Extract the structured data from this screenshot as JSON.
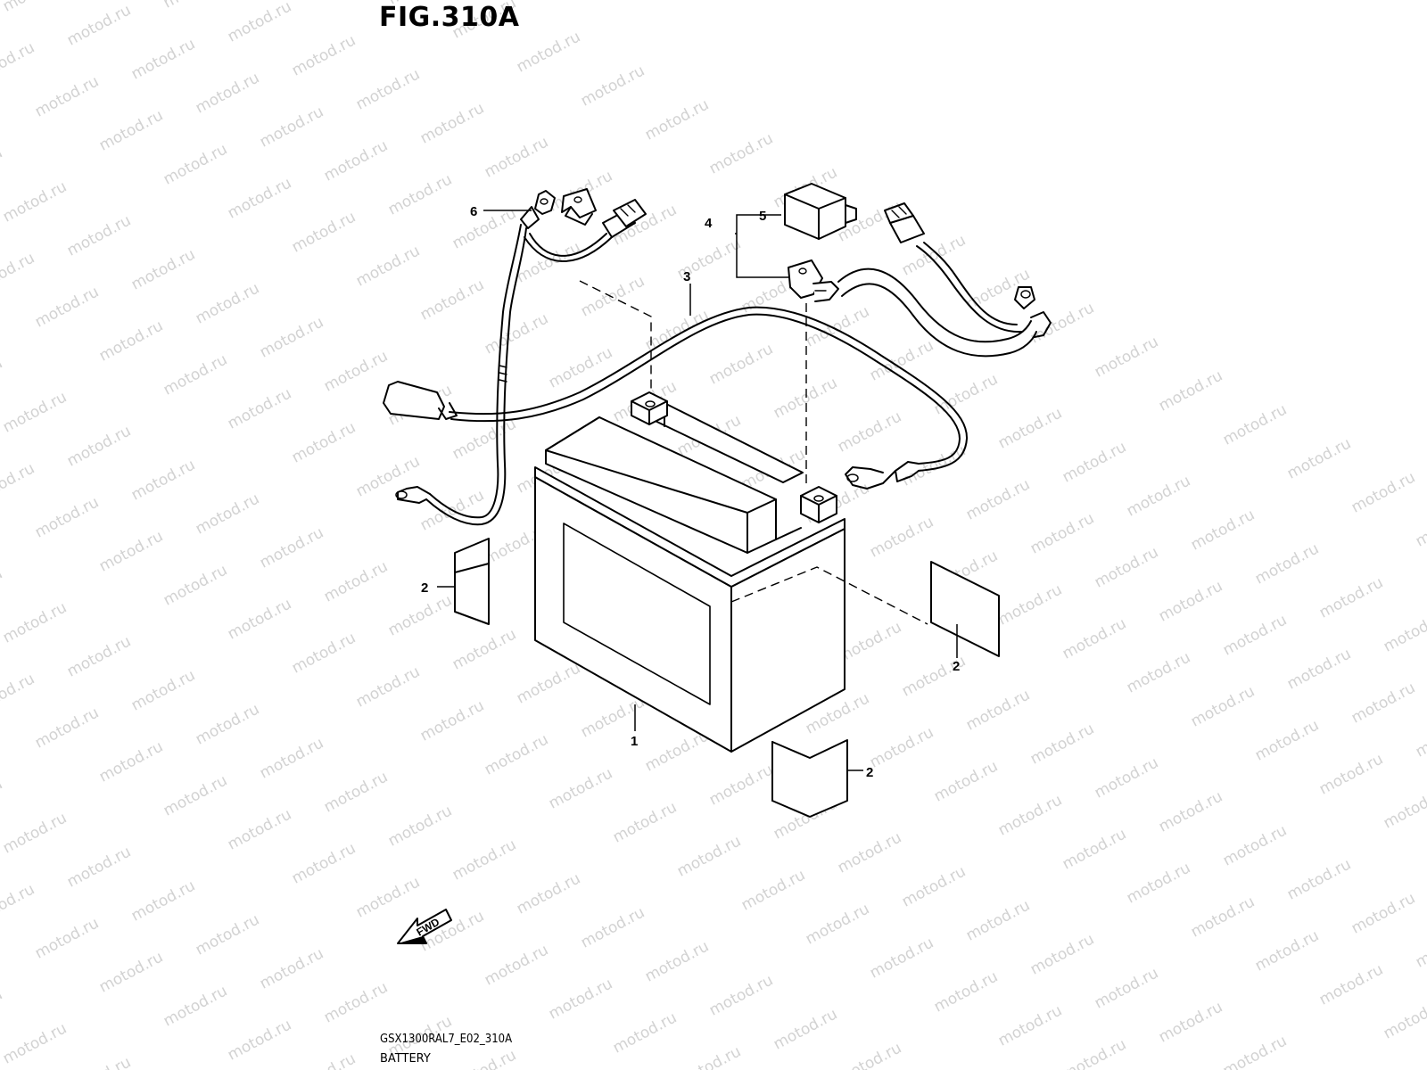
{
  "figure": {
    "title": "FIG.310A",
    "code": "GSX1300RAL7_E02_310A",
    "caption": "BATTERY"
  },
  "watermark": {
    "text": "motod.ru"
  },
  "direction_marker": {
    "label": "FWD"
  },
  "callouts": [
    {
      "id": "1",
      "part": "battery"
    },
    {
      "id": "2",
      "part": "battery-pad"
    },
    {
      "id": "2",
      "part": "battery-pad"
    },
    {
      "id": "2",
      "part": "battery-pad"
    },
    {
      "id": "3",
      "part": "negative-cable"
    },
    {
      "id": "4",
      "part": "positive-cable-assembly"
    },
    {
      "id": "5",
      "part": "terminal-cover"
    },
    {
      "id": "6",
      "part": "ground-lead"
    }
  ]
}
